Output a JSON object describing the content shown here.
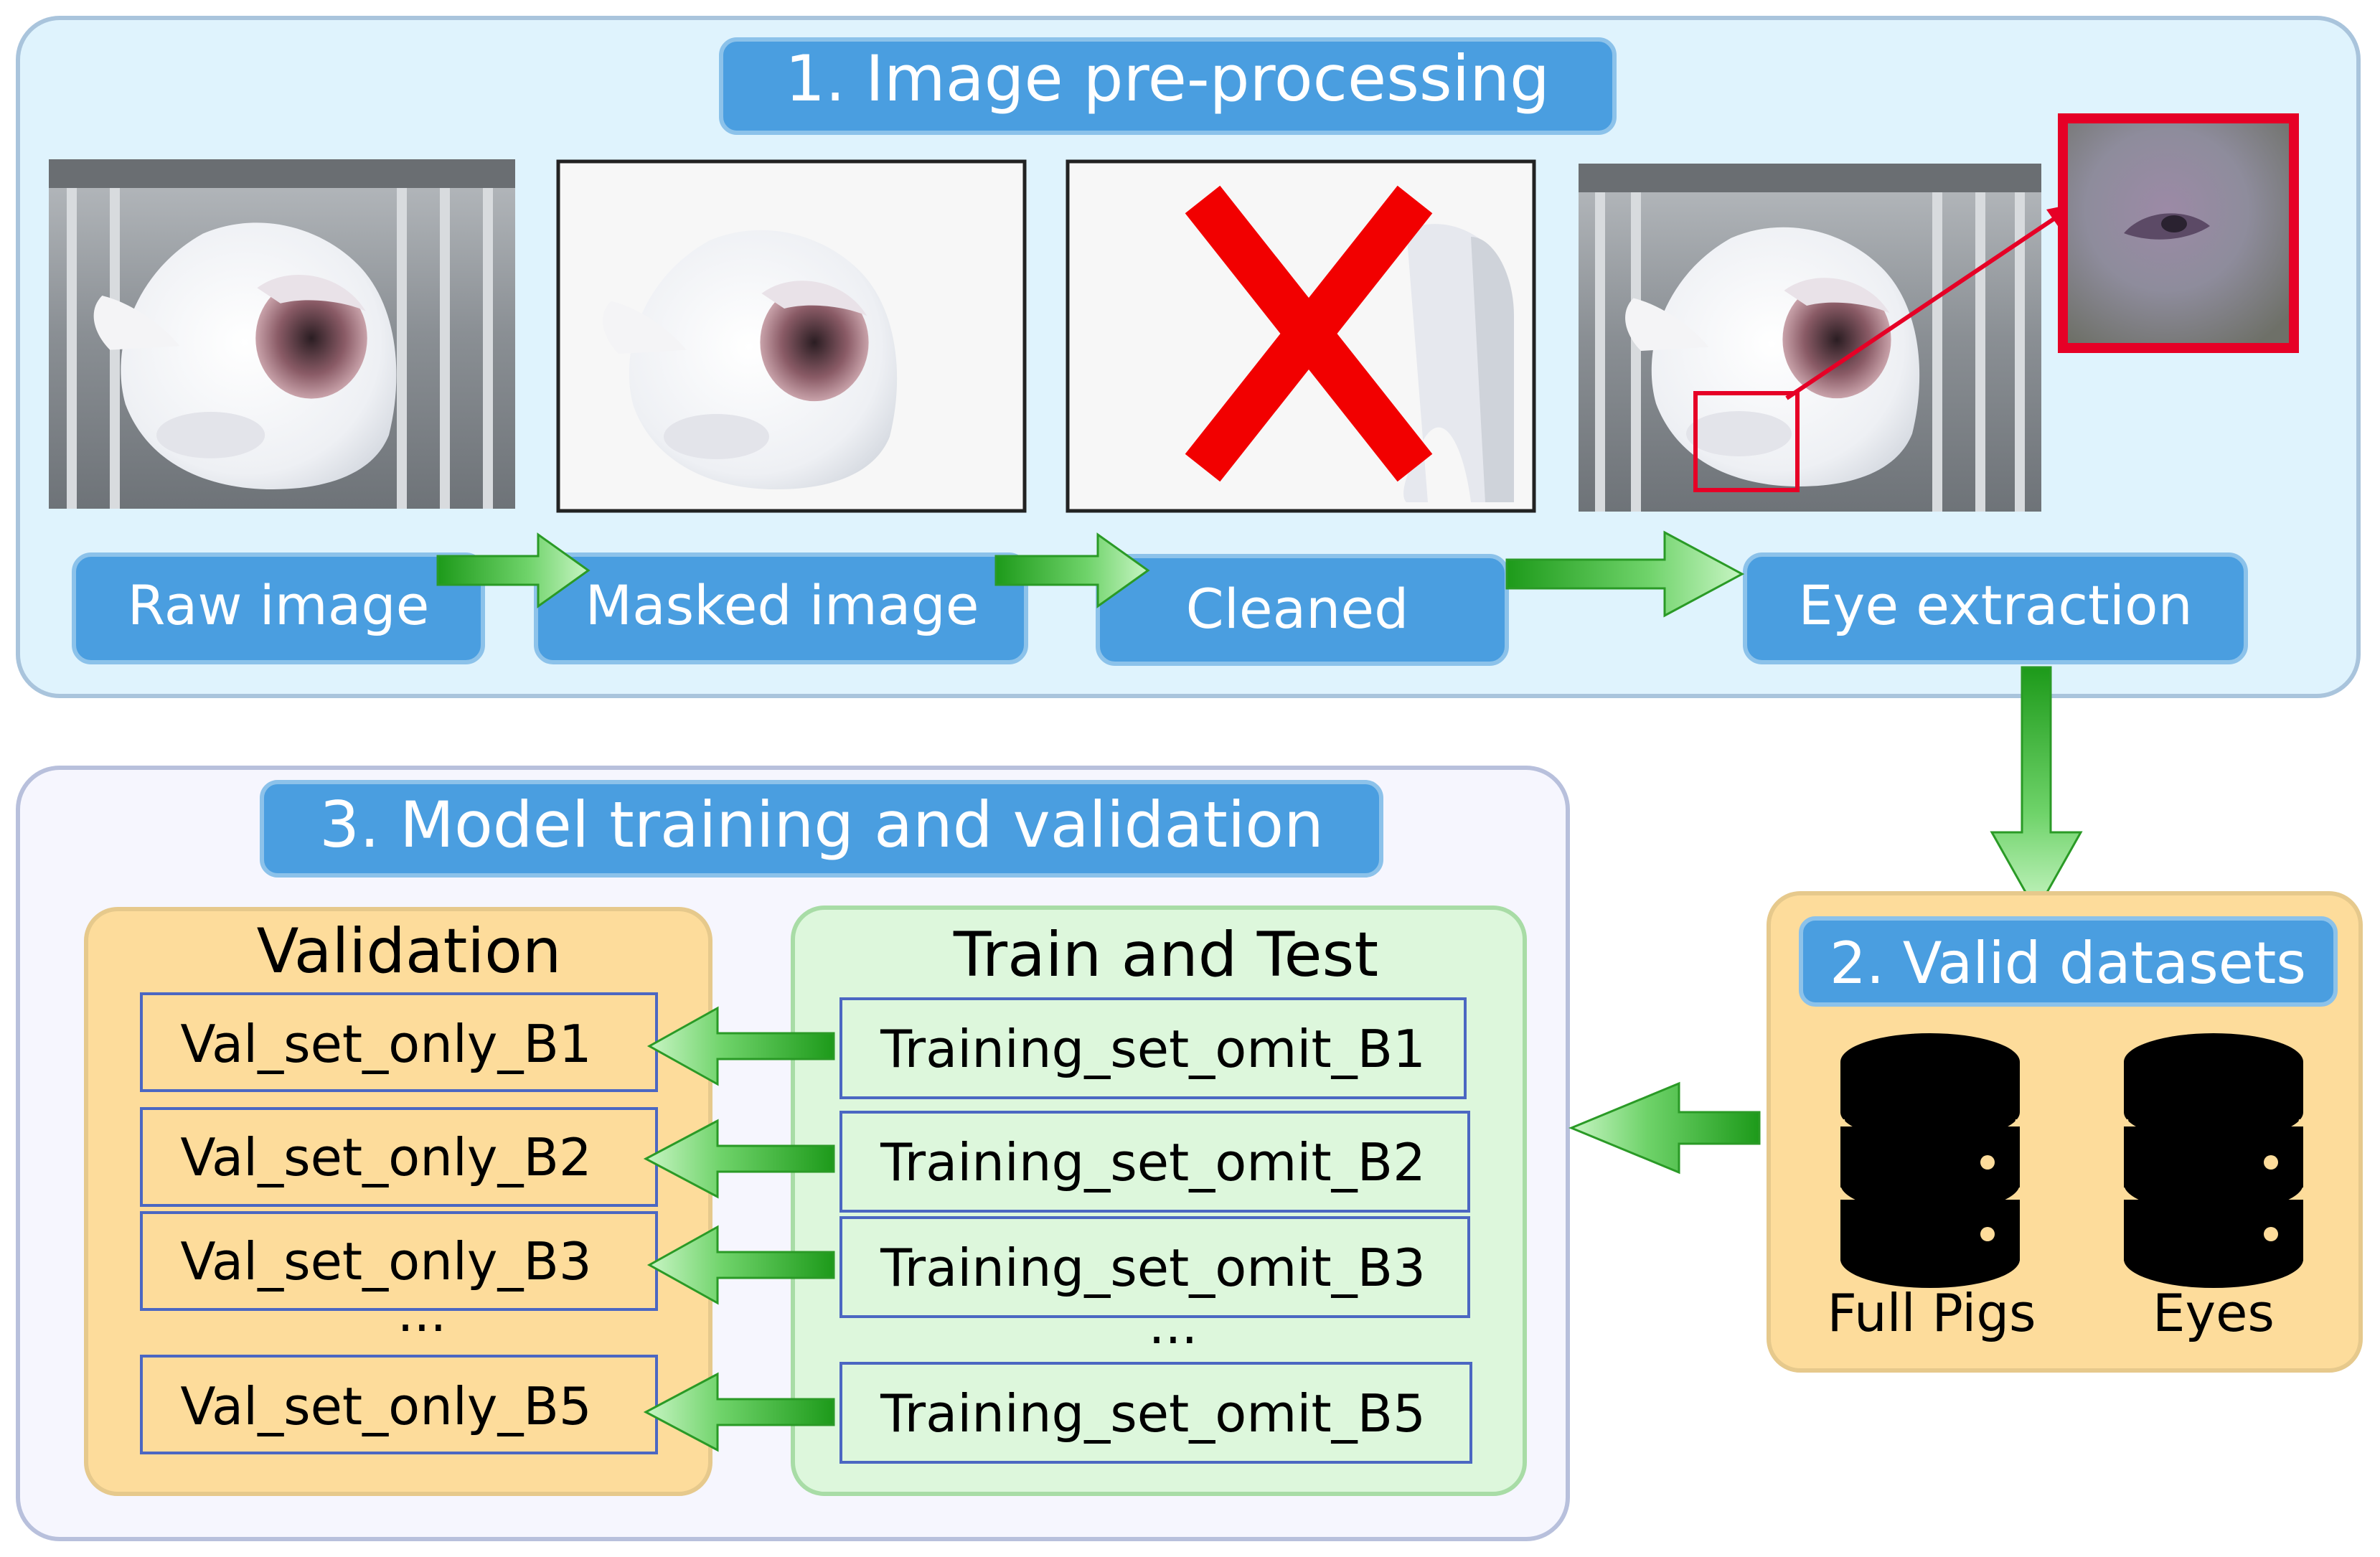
{
  "colors": {
    "panel1_fill": "#dff3fd",
    "panel1_stroke": "#a9c4dc",
    "panel3_fill": "#f6f6fe",
    "panel3_stroke": "#b8c0dc",
    "header_fill": "#4a9ee0",
    "header_stroke": "#7db6e3",
    "orange_fill": "#fddc9b",
    "orange_stroke": "#e6c98c",
    "green_fill": "#ddf7dc",
    "green_stroke": "#a8dca6",
    "box_stroke": "#4b67c2",
    "arrow_green": "#22a41e",
    "cross_red": "#f20000",
    "highlight_red": "#e60026"
  },
  "preprocessing": {
    "title": "1. Image pre-processing",
    "steps": [
      {
        "label": "Raw image"
      },
      {
        "label": "Masked image"
      },
      {
        "label": "Cleaned"
      },
      {
        "label": "Eye extraction"
      }
    ]
  },
  "datasets": {
    "title": "2. Valid datasets",
    "items": [
      {
        "label": "Full Pigs",
        "icon": "database-icon"
      },
      {
        "label": "Eyes",
        "icon": "database-icon"
      }
    ]
  },
  "training": {
    "title": "3. Model training and validation",
    "validation": {
      "title": "Validation",
      "sets": [
        "Val_set_only_B1",
        "Val_set_only_B2",
        "Val_set_only_B3",
        "Val_set_only_B5"
      ]
    },
    "train_test": {
      "title": "Train and Test",
      "sets": [
        "Training_set_omit_B1",
        "Training_set_omit_B2",
        "Training_set_omit_B3",
        "Training_set_omit_B5"
      ]
    },
    "ellipsis": "..."
  }
}
